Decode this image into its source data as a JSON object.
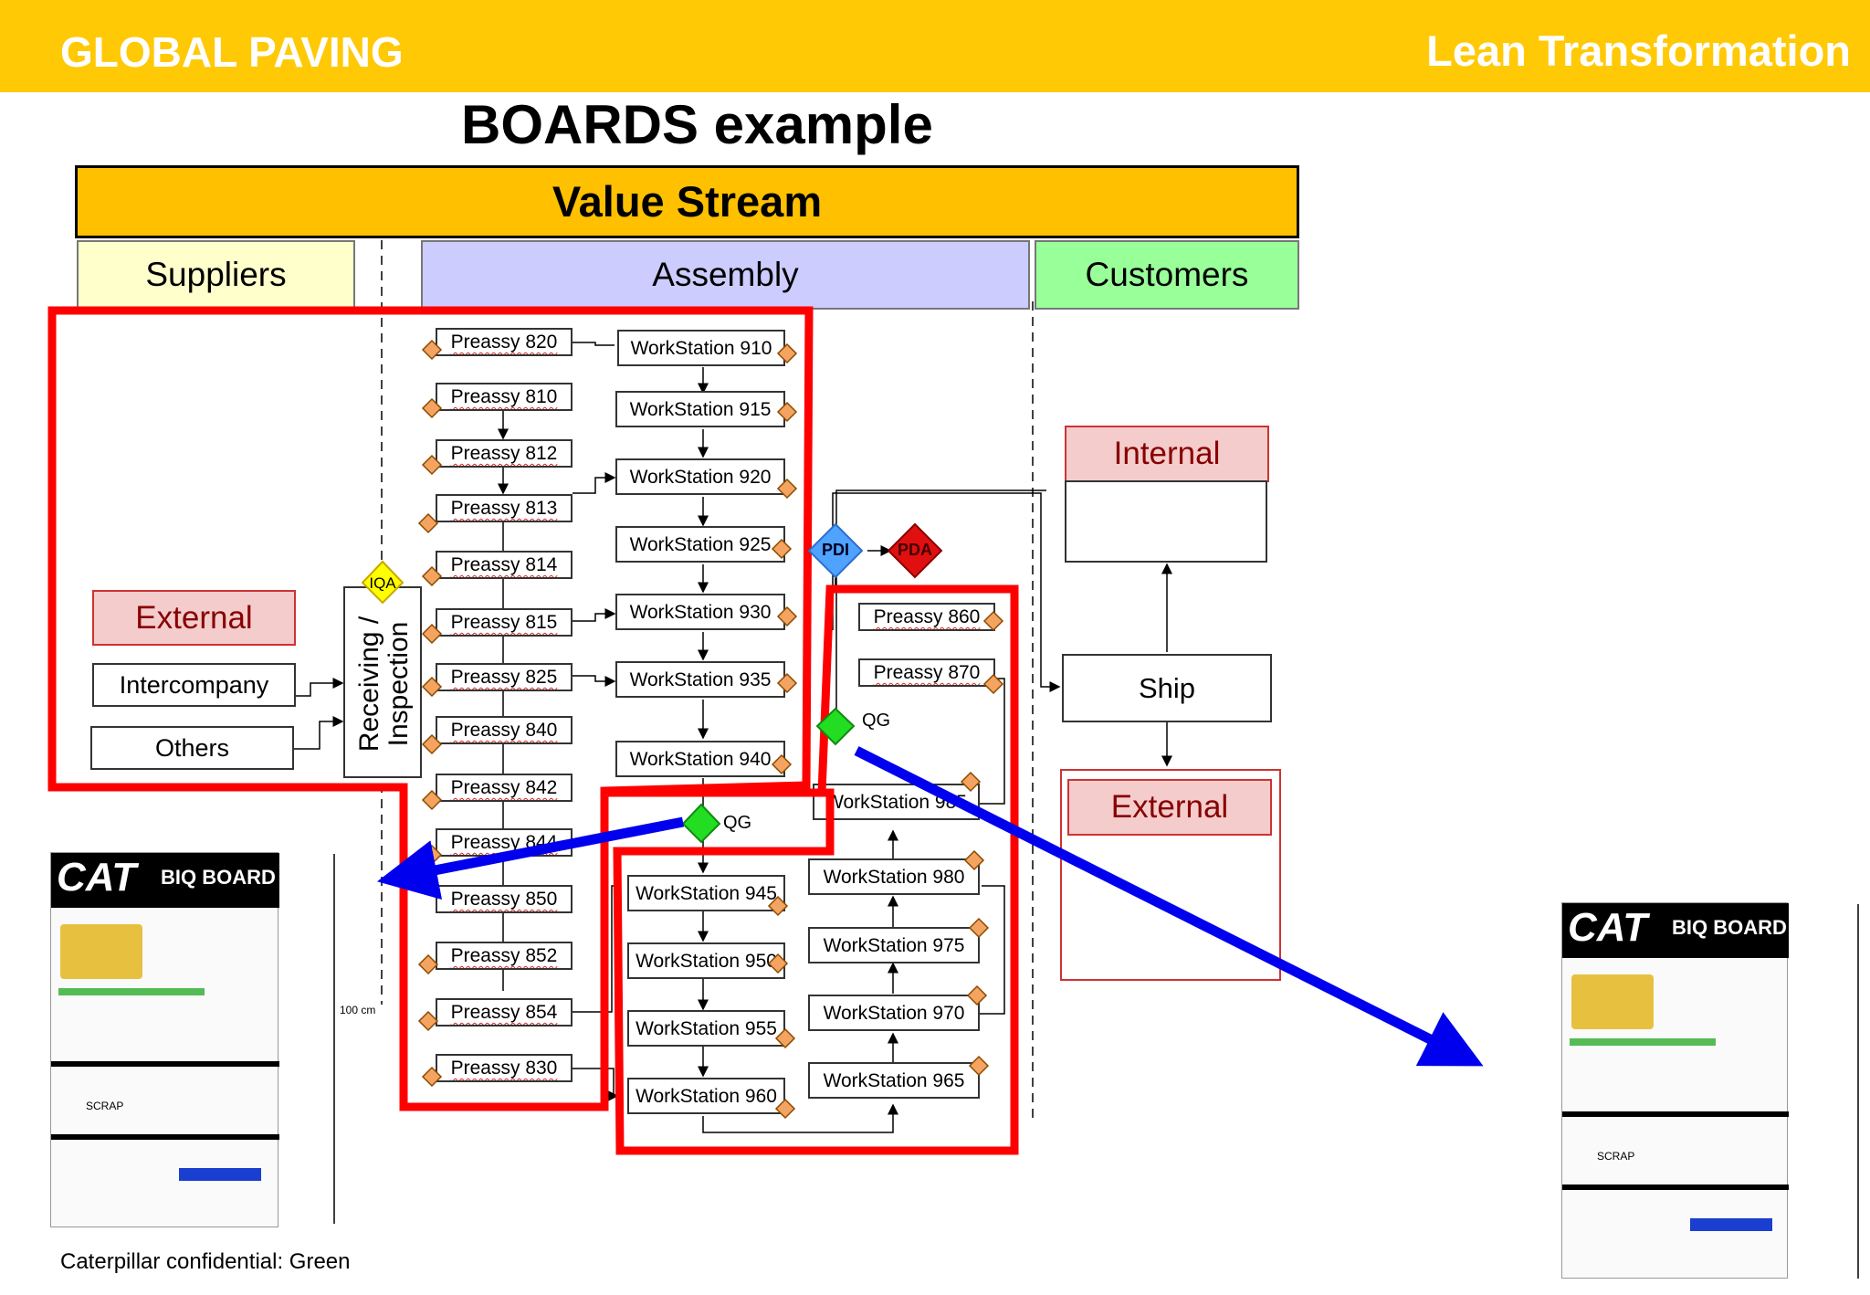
{
  "header": {
    "brand": "GLOBAL PAVING",
    "subject": "Lean Transformation"
  },
  "page_title": "BOARDS example",
  "value_stream": "Value Stream",
  "lanes": {
    "suppliers": "Suppliers",
    "assembly": "Assembly",
    "customers": "Customers"
  },
  "suppliers": {
    "external": "External",
    "intercompany": "Intercompany",
    "others": "Others"
  },
  "receiving": "Receiving / Inspection",
  "gates": {
    "iqa": "IQA",
    "pdi": "PDI",
    "pda": "PDA",
    "qg": "QG"
  },
  "preassy": [
    "Preassy 820",
    "Preassy 810",
    "Preassy 812",
    "Preassy 813",
    "Preassy 814",
    "Preassy 815",
    "Preassy 825",
    "Preassy 840",
    "Preassy 842",
    "Preassy 844",
    "Preassy 850",
    "Preassy 852",
    "Preassy 854",
    "Preassy 830"
  ],
  "workstations_a": [
    "WorkStation 910",
    "WorkStation 915",
    "WorkStation 920",
    "WorkStation 925",
    "WorkStation 930",
    "WorkStation 935",
    "WorkStation 940"
  ],
  "workstations_b": [
    "WorkStation 945",
    "WorkStation 950",
    "WorkStation 955",
    "WorkStation 960"
  ],
  "preassy_right": [
    "Preassy 860",
    "Preassy 870"
  ],
  "workstations_c": [
    "WorkStation 985",
    "WorkStation 980",
    "WorkStation 975",
    "WorkStation 970",
    "WorkStation 965"
  ],
  "customers": {
    "internal": "Internal",
    "ship": "Ship",
    "external": "External"
  },
  "board": {
    "logo": "CAT",
    "title": "BIQ BOARD",
    "scrap": "SCRAP",
    "height_label": "100 cm"
  },
  "footer": "Caterpillar confidential: Green",
  "colors": {
    "header": "#FFC905",
    "value_stream": "#FFC000",
    "suppliers": "#FFFFCC",
    "assembly": "#CCCCFF",
    "customers": "#99FF99",
    "highlight": "#FF0000",
    "arrow": "#0000EE",
    "station_marker": "#F4A460"
  }
}
